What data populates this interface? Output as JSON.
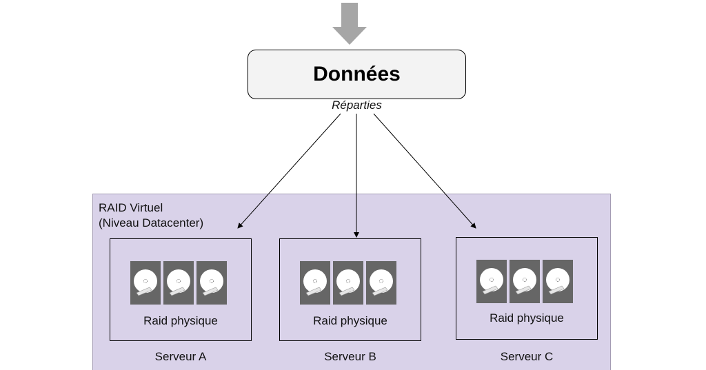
{
  "input_arrow_icon": "arrow-down-icon",
  "data_box": {
    "title": "Données",
    "caption": "Réparties"
  },
  "datacenter": {
    "title_line1": "RAID Virtuel",
    "title_line2": "(Niveau Datacenter)"
  },
  "servers": [
    {
      "name": "Serveur A",
      "raid_label": "Raid physique",
      "disk_count": 3,
      "disk_icon": "hard-disk-icon"
    },
    {
      "name": "Serveur B",
      "raid_label": "Raid physique",
      "disk_count": 3,
      "disk_icon": "hard-disk-icon"
    },
    {
      "name": "Serveur C",
      "raid_label": "Raid physique",
      "disk_count": 3,
      "disk_icon": "hard-disk-icon"
    }
  ],
  "colors": {
    "datacenter_fill": "#d9d2e9",
    "data_box_fill": "#f3f3f3",
    "disk_fill": "#666666",
    "input_arrow": "#a6a6a6"
  }
}
